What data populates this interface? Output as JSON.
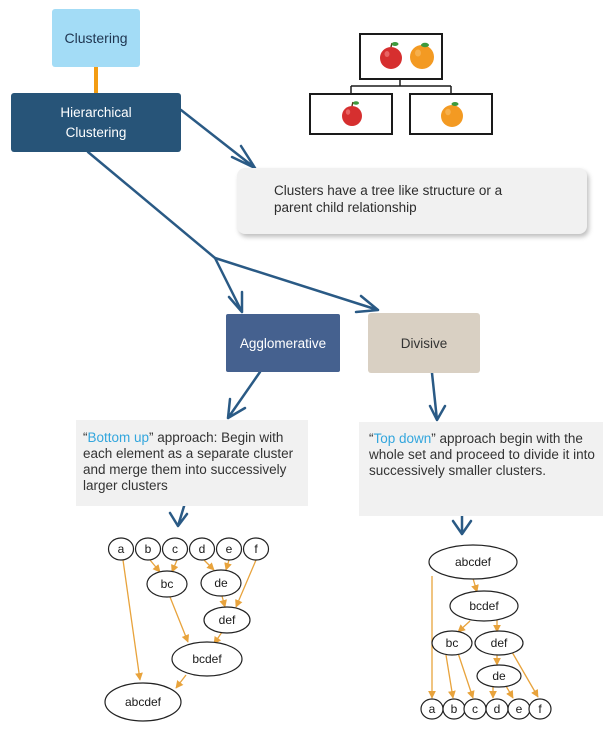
{
  "nodes": {
    "clustering": "Clustering",
    "hierarchical_line1": "Hierarchical",
    "hierarchical_line2": "Clustering",
    "tree_description_line1": "Clusters have a tree like structure or a",
    "tree_description_line2": "parent child relationship",
    "agglomerative": "Agglomerative",
    "divisive": "Divisive"
  },
  "notes": {
    "agglomerative": {
      "open_quote": "“",
      "highlight": "Bottom up",
      "rest": "” approach: Begin with each element as a separate cluster and merge them into successively larger clusters"
    },
    "divisive": {
      "open_quote": "“",
      "highlight": "Top down",
      "rest": "” approach begin with the whole set and proceed to divide it into successively smaller clusters."
    }
  },
  "fruit_tree": {
    "root_icons": [
      "apple-icon",
      "orange-icon"
    ],
    "children": [
      [
        "apple-icon"
      ],
      [
        "orange-icon"
      ]
    ]
  },
  "bottom_up_tree": {
    "leaves": [
      "a",
      "b",
      "c",
      "d",
      "e",
      "f"
    ],
    "merges": [
      "bc",
      "de",
      "def",
      "bcdef",
      "abcdef"
    ]
  },
  "top_down_tree": {
    "root": "abcdef",
    "splits": [
      "bcdef",
      "bc",
      "def",
      "de"
    ],
    "leaves": [
      "a",
      "b",
      "c",
      "d",
      "e",
      "f"
    ]
  },
  "colors": {
    "connector": "#2a5a85",
    "tree_edge": "#e8a33c",
    "orange_stub": "#f39c12",
    "highlight": "#33a6dd",
    "apple": "#d62f2f",
    "orange": "#f39a22"
  }
}
